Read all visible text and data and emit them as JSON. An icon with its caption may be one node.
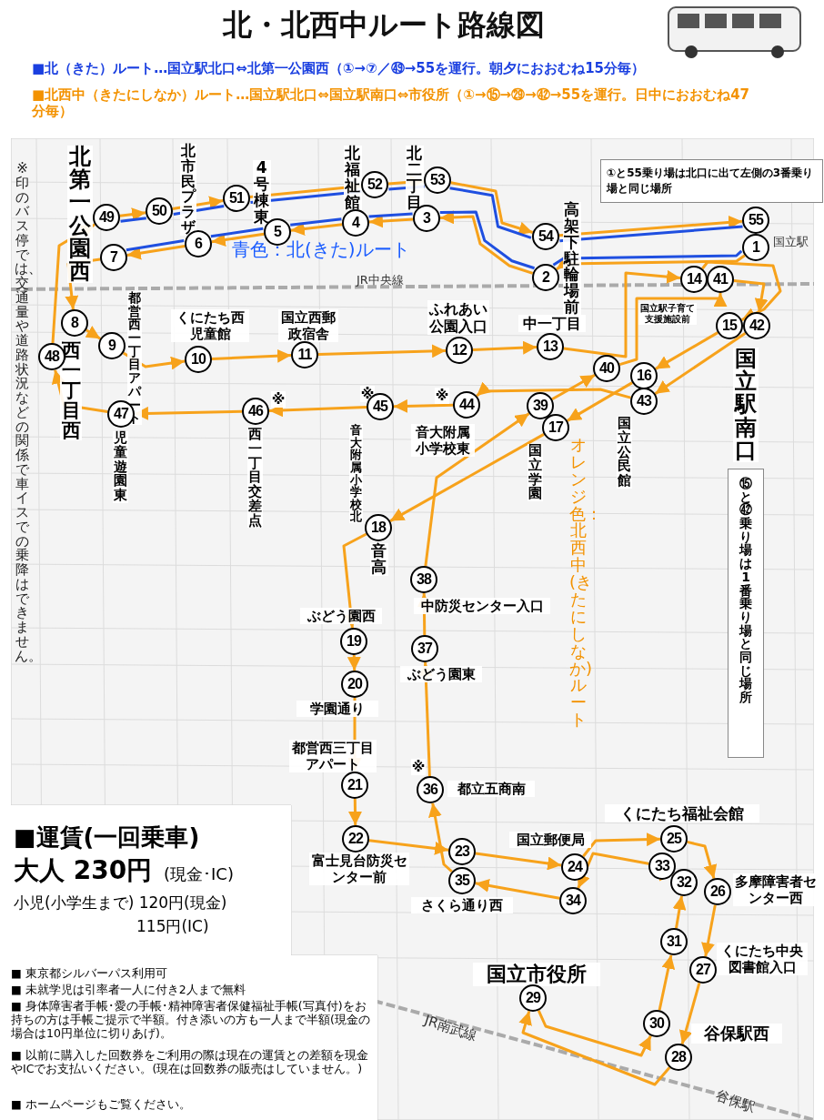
{
  "diagram": {
    "title": "北・北西中ルート路線図",
    "nodes": [
      {
        "text": [
          "1"
        ]
      },
      {
        "text": [
          "2"
        ],
        "beside": [
          "高架下駐輪場前"
        ]
      },
      {
        "text": [
          "3"
        ],
        "beside": [
          "北二丁目"
        ]
      },
      {
        "text": [
          "4"
        ],
        "beside": [
          "北福祉館"
        ]
      },
      {
        "text": [
          "5"
        ],
        "beside": [
          "4号棟東"
        ]
      },
      {
        "text": [
          "6"
        ],
        "beside": [
          "北市民プラザ"
        ]
      },
      {
        "text": [
          "7"
        ],
        "beside": [
          "北第一公園西"
        ]
      },
      {
        "text": [
          "8"
        ],
        "beside": [
          "西一丁目西"
        ]
      },
      {
        "text": [
          "9"
        ],
        "beside": [
          "都営西一丁目アパート"
        ]
      },
      {
        "text": [
          "10"
        ],
        "beside": [
          "くにたち西児童館"
        ]
      },
      {
        "text": [
          "11"
        ],
        "beside": [
          "国立西郵政宿舎"
        ]
      },
      {
        "text": [
          "12"
        ],
        "beside": [
          "ふれあい公園入口"
        ]
      },
      {
        "text": [
          "13"
        ],
        "beside": [
          "中一丁目"
        ]
      },
      {
        "text": [
          "14"
        ],
        "beside": [
          "国立駅子育て支援施設前"
        ]
      },
      {
        "text": [
          "15"
        ],
        "beside": [
          "国立駅南口"
        ]
      },
      {
        "text": [
          "16"
        ]
      },
      {
        "text": [
          "17"
        ],
        "beside": [
          "国立学園"
        ]
      },
      {
        "text": [
          "18"
        ],
        "beside": [
          "音高"
        ]
      },
      {
        "text": [
          "19"
        ],
        "beside": [
          "ぶどう園西"
        ]
      },
      {
        "text": [
          "20"
        ],
        "beside": [
          "学園通り"
        ]
      },
      {
        "text": [
          "21"
        ],
        "beside": [
          "都営西三丁目アパート"
        ]
      },
      {
        "text": [
          "22"
        ],
        "beside": [
          "富士見台防災センター前"
        ]
      },
      {
        "text": [
          "23"
        ]
      },
      {
        "text": [
          "24"
        ],
        "beside": [
          "国立郵便局"
        ]
      },
      {
        "text": [
          "25"
        ],
        "beside": [
          "くにたち福祉会館"
        ]
      },
      {
        "text": [
          "26"
        ],
        "beside": [
          "多摩障害者センター西"
        ]
      },
      {
        "text": [
          "27"
        ],
        "beside": [
          "くにたち中央図書館入口"
        ]
      },
      {
        "text": [
          "28"
        ],
        "beside": [
          "谷保駅西"
        ]
      },
      {
        "text": [
          "29"
        ],
        "beside": [
          "国立市役所"
        ]
      },
      {
        "text": [
          "30"
        ]
      },
      {
        "text": [
          "31"
        ]
      },
      {
        "text": [
          "32"
        ]
      },
      {
        "text": [
          "33"
        ]
      },
      {
        "text": [
          "34"
        ]
      },
      {
        "text": [
          "35"
        ],
        "beside": [
          "さくら通り西"
        ]
      },
      {
        "text": [
          "36"
        ],
        "beside": [
          "※",
          "都立五商南"
        ]
      },
      {
        "text": [
          "37"
        ],
        "beside": [
          "ぶどう園東"
        ]
      },
      {
        "text": [
          "38"
        ],
        "beside": [
          "中防災センター入口"
        ]
      },
      {
        "text": [
          "39"
        ]
      },
      {
        "text": [
          "40"
        ]
      },
      {
        "text": [
          "41"
        ]
      },
      {
        "text": [
          "42"
        ]
      },
      {
        "text": [
          "43"
        ],
        "beside": [
          "国立公民館"
        ]
      },
      {
        "text": [
          "44"
        ],
        "beside": [
          "※",
          "音大附属小学校東"
        ]
      },
      {
        "text": [
          "45"
        ],
        "beside": [
          "※",
          "音大附属小学校北"
        ]
      },
      {
        "text": [
          "46"
        ],
        "beside": [
          "※",
          "西一丁目交差点"
        ]
      },
      {
        "text": [
          "47"
        ],
        "beside": [
          "児童遊園東"
        ]
      },
      {
        "text": [
          "48"
        ]
      },
      {
        "text": [
          "49"
        ]
      },
      {
        "text": [
          "50"
        ]
      },
      {
        "text": [
          "51"
        ]
      },
      {
        "text": [
          "52"
        ]
      },
      {
        "text": [
          "53"
        ]
      },
      {
        "text": [
          "54"
        ]
      },
      {
        "text": [
          "55"
        ]
      },
      {
        "text": [
          "①と55乗り場は北口に出て左側の3番乗り場と同じ場所"
        ]
      },
      {
        "text": [
          "⑮と㊷乗り場は1番乗り場と同じ場所"
        ]
      }
    ],
    "edges": [
      {
        "from": 0,
        "to": 1,
        "arrow": "to"
      },
      {
        "from": 1,
        "to": 2,
        "arrow": "to"
      },
      {
        "from": 2,
        "to": 3,
        "arrow": "to"
      },
      {
        "from": 3,
        "to": 4,
        "arrow": "to"
      },
      {
        "from": 4,
        "to": 5,
        "arrow": "to"
      },
      {
        "from": 5,
        "to": 6,
        "arrow": "to"
      },
      {
        "from": 6,
        "to": 7,
        "arrow": "to"
      },
      {
        "from": 7,
        "to": 8,
        "arrow": "to"
      },
      {
        "from": 8,
        "to": 9,
        "arrow": "to"
      },
      {
        "from": 9,
        "to": 10,
        "arrow": "to"
      },
      {
        "from": 10,
        "to": 11,
        "arrow": "to"
      },
      {
        "from": 11,
        "to": 12,
        "arrow": "to"
      },
      {
        "from": 12,
        "to": 13,
        "arrow": "to"
      },
      {
        "from": 13,
        "to": 14,
        "arrow": "to"
      },
      {
        "from": 14,
        "to": 15,
        "arrow": "to"
      },
      {
        "from": 15,
        "to": 16,
        "arrow": "to"
      },
      {
        "from": 16,
        "to": 17,
        "arrow": "to"
      },
      {
        "from": 17,
        "to": 18,
        "arrow": "to"
      },
      {
        "from": 18,
        "to": 19,
        "arrow": "to"
      },
      {
        "from": 19,
        "to": 20,
        "arrow": "to"
      },
      {
        "from": 20,
        "to": 21,
        "arrow": "to"
      },
      {
        "from": 21,
        "to": 22,
        "arrow": "to"
      },
      {
        "from": 22,
        "to": 23,
        "arrow": "to"
      },
      {
        "from": 23,
        "to": 24,
        "arrow": "to"
      },
      {
        "from": 24,
        "to": 25,
        "arrow": "to"
      },
      {
        "from": 25,
        "to": 26,
        "arrow": "to"
      },
      {
        "from": 26,
        "to": 27,
        "arrow": "to"
      },
      {
        "from": 27,
        "to": 28,
        "arrow": "to"
      },
      {
        "from": 28,
        "to": 29,
        "arrow": "to"
      },
      {
        "from": 29,
        "to": 30,
        "arrow": "to"
      },
      {
        "from": 30,
        "to": 31,
        "arrow": "to"
      },
      {
        "from": 31,
        "to": 32,
        "arrow": "to"
      },
      {
        "from": 32,
        "to": 33,
        "arrow": "to"
      },
      {
        "from": 33,
        "to": 34,
        "arrow": "to"
      },
      {
        "from": 34,
        "to": 35,
        "arrow": "to"
      },
      {
        "from": 35,
        "to": 36,
        "arrow": "to"
      },
      {
        "from": 36,
        "to": 37,
        "arrow": "to"
      },
      {
        "from": 37,
        "to": 38,
        "arrow": "to"
      },
      {
        "from": 38,
        "to": 39,
        "arrow": "to"
      },
      {
        "from": 39,
        "to": 40,
        "arrow": "to"
      },
      {
        "from": 40,
        "to": 41,
        "arrow": "to"
      },
      {
        "from": 41,
        "to": 42,
        "arrow": "to"
      },
      {
        "from": 42,
        "to": 43,
        "arrow": "to"
      },
      {
        "from": 43,
        "to": 44,
        "arrow": "to"
      },
      {
        "from": 44,
        "to": 45,
        "arrow": "to"
      },
      {
        "from": 45,
        "to": 46,
        "arrow": "to"
      },
      {
        "from": 46,
        "to": 47,
        "arrow": "to"
      },
      {
        "from": 47,
        "to": 48,
        "arrow": "to"
      },
      {
        "from": 48,
        "to": 49,
        "arrow": "to"
      },
      {
        "from": 49,
        "to": 50,
        "arrow": "to"
      },
      {
        "from": 50,
        "to": 51,
        "arrow": "to"
      },
      {
        "from": 51,
        "to": 52,
        "arrow": "to"
      },
      {
        "from": 52,
        "to": 53,
        "arrow": "to"
      },
      {
        "from": 53,
        "to": 54,
        "arrow": "to"
      },
      {
        "from": 0,
        "to": 1,
        "arrow": "none",
        "color": "#1f4fe0"
      },
      {
        "from": 1,
        "to": 2,
        "arrow": "none",
        "color": "#1f4fe0"
      },
      {
        "from": 2,
        "to": 3,
        "arrow": "none",
        "color": "#1f4fe0"
      },
      {
        "from": 3,
        "to": 4,
        "arrow": "none",
        "color": "#1f4fe0"
      },
      {
        "from": 4,
        "to": 5,
        "arrow": "none",
        "color": "#1f4fe0"
      },
      {
        "from": 5,
        "to": 6,
        "arrow": "none",
        "color": "#1f4fe0"
      },
      {
        "from": 48,
        "to": 49,
        "arrow": "none",
        "color": "#1f4fe0"
      },
      {
        "from": 49,
        "to": 50,
        "arrow": "none",
        "color": "#1f4fe0"
      },
      {
        "from": 50,
        "to": 51,
        "arrow": "none",
        "color": "#1f4fe0"
      },
      {
        "from": 51,
        "to": 52,
        "arrow": "none",
        "color": "#1f4fe0"
      },
      {
        "from": 52,
        "to": 53,
        "arrow": "none",
        "color": "#1f4fe0"
      },
      {
        "from": 53,
        "to": 54,
        "arrow": "none",
        "color": "#1f4fe0"
      }
    ],
    "labels": [
      "■北（きた）ルート…国立駅北口⇔北第一公園西（①→⑦／㊾→55を運行。朝夕におおむね15分毎）",
      "■北西中（きたにしなか）ルート…国立駅北口⇔国立駅南口⇔市役所（①→⑮→㉙→㊷→55を運行。日中におおむね47分毎）",
      "※印のバス停では、交通量や道路状況などの関係で車イスでの乗降はできません。",
      "青色：北(きた)ルート",
      "JR中央線",
      "国立駅",
      "オレンジ色：北西中(きたにしなか)ルート",
      "■運賃(一回乗車)",
      "大人 230円",
      "(現金･IC)",
      "小児(小学生まで) 120円(現金)",
      "115円(IC)",
      "■ 東京都シルバーパス利用可",
      "■ 未就学児は引率者一人に付き2人まで無料",
      "■ 身体障害者手帳･愛の手帳･精神障害者保健福祉手帳(写真付)をお持ちの方は手帳ご提示で半額。付き添いの方も一人まで半額(現金の場合は10円単位に切りあげ)。",
      "■ 以前に購入した回数券をご利用の際は現在の運賃との差額を現金やICでお支払いください。(現在は回数券の販売はしていません。)",
      "■ ホームページもご覧ください。",
      "JR南武線",
      "谷保駅"
    ]
  }
}
